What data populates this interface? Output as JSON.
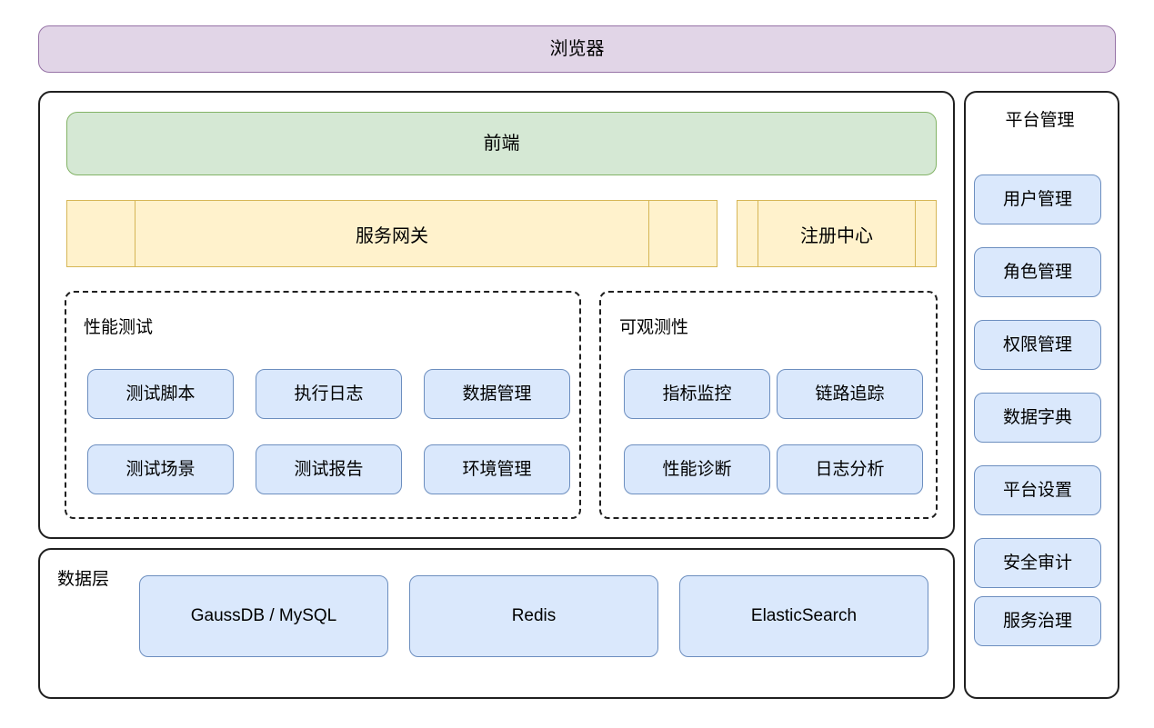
{
  "diagram": {
    "title_bar": {
      "label": "浏览器"
    },
    "frontend": {
      "label": "前端"
    },
    "gateway": {
      "label": "服务网关"
    },
    "registry": {
      "label": "注册中心"
    },
    "groups": [
      {
        "id": "performance-testing",
        "title": "性能测试",
        "items": [
          "测试脚本",
          "执行日志",
          "数据管理",
          "测试场景",
          "测试报告",
          "环境管理"
        ]
      },
      {
        "id": "observability",
        "title": "可观测性",
        "items": [
          "指标监控",
          "链路追踪",
          "性能诊断",
          "日志分析"
        ]
      }
    ],
    "data_layer": {
      "title": "数据层",
      "stores": [
        "GaussDB / MySQL",
        "Redis",
        "ElasticSearch"
      ]
    },
    "sidebar": {
      "title": "平台管理",
      "items": [
        "用户管理",
        "角色管理",
        "权限管理",
        "数据字典",
        "平台设置",
        "安全审计",
        "服务治理"
      ]
    },
    "colors": {
      "browser_fill": "#e1d5e7",
      "browser_stroke": "#9673a6",
      "frontend_fill": "#d5e8d4",
      "frontend_stroke": "#82b366",
      "gateway_fill": "#fff2cc",
      "gateway_stroke": "#d6b656",
      "module_fill": "#dae8fc",
      "module_stroke": "#6c8ebf",
      "container_stroke": "#1f1f1f",
      "background": "#ffffff"
    }
  }
}
